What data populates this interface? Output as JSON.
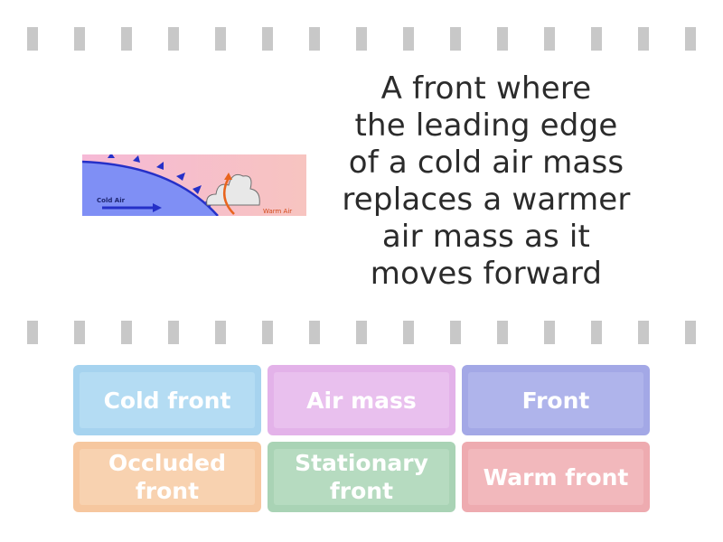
{
  "clue": {
    "lines": [
      "A front where",
      "the leading edge",
      "of a cold air mass",
      "replaces a warmer",
      "air mass as it",
      "moves forward"
    ]
  },
  "picture": {
    "cold_label": "Cold Air",
    "warm_label": "Warm Air"
  },
  "tiles": [
    {
      "label": "Cold front",
      "color": "#a6d3ef",
      "inner": "#b4dcf3"
    },
    {
      "label": "Air mass",
      "color": "#e3b2e9",
      "inner": "#e9c0ee"
    },
    {
      "label": "Front",
      "color": "#a3a8e6",
      "inner": "#afb4eb"
    },
    {
      "label": "Occluded front",
      "color": "#f6c79f",
      "inner": "#f8d2b0"
    },
    {
      "label": "Stationary front",
      "color": "#a9d3b5",
      "inner": "#b6dbc0"
    },
    {
      "label": "Warm front",
      "color": "#eeabb0",
      "inner": "#f2b8bc"
    }
  ]
}
